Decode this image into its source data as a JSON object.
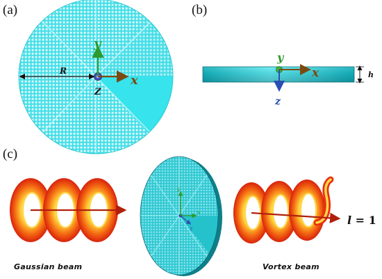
{
  "panels": {
    "a": {
      "label": "(a)",
      "radius_label": "R",
      "axis_x": "x",
      "axis_y": "y",
      "axis_z": "Z"
    },
    "b": {
      "label": "(b)",
      "axis_x": "x",
      "axis_y": "y",
      "axis_z": "z",
      "thickness_label": "h"
    },
    "c": {
      "label": "(c)",
      "gaussian_caption": "Gaussian beam",
      "vortex_caption": "Vortex beam",
      "charge_symbol": "l",
      "charge_eq": "=",
      "charge_value": "1",
      "mini_axis_x": "x",
      "mini_axis_y": "y",
      "mini_axis_z": "z"
    }
  },
  "colors": {
    "metasurface": "#2fd8e2",
    "metasurface_dark": "#169aa4",
    "axis_green": "#2e9a2e",
    "axis_brown": "#7a4a12",
    "axis_blue": "#2a4fb4",
    "beam_red": "#e8300f",
    "beam_yellow": "#ffe66a"
  }
}
